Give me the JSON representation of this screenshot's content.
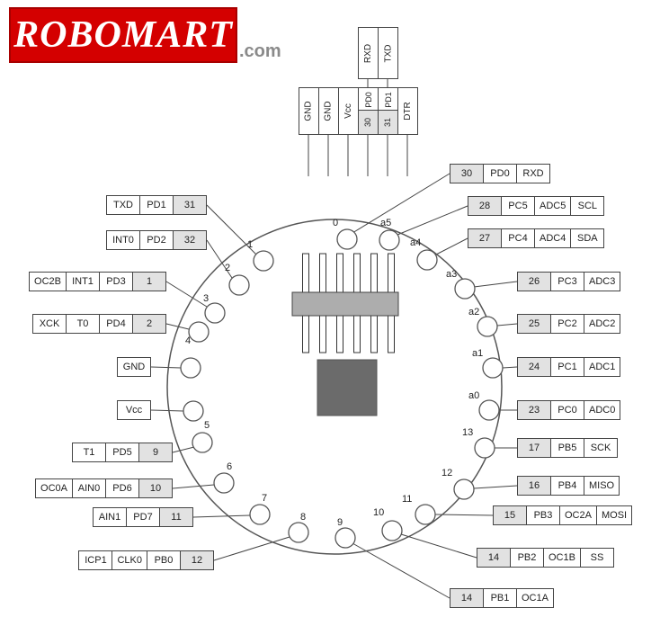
{
  "logo": {
    "brand": "ROBOMART",
    "suffix": ".com"
  },
  "top_header": {
    "serial": [
      "RXD",
      "TXD"
    ],
    "power": [
      "GND",
      "GND",
      "Vcc"
    ],
    "data_cols": [
      {
        "port": "PD0",
        "pin": "30"
      },
      {
        "port": "PD1",
        "pin": "31"
      }
    ],
    "dtr": "DTR"
  },
  "left_rows": [
    {
      "cells": [
        "TXD",
        "PD1",
        "31"
      ]
    },
    {
      "cells": [
        "INT0",
        "PD2",
        "32"
      ]
    },
    {
      "cells": [
        "OC2B",
        "INT1",
        "PD3",
        "1"
      ]
    },
    {
      "cells": [
        "XCK",
        "T0",
        "PD4",
        "2"
      ]
    },
    {
      "cells": [
        "GND"
      ]
    },
    {
      "cells": [
        "Vcc"
      ]
    },
    {
      "cells": [
        "T1",
        "PD5",
        "9"
      ]
    },
    {
      "cells": [
        "OC0A",
        "AIN0",
        "PD6",
        "10"
      ]
    },
    {
      "cells": [
        "AIN1",
        "PD7",
        "11"
      ]
    },
    {
      "cells": [
        "ICP1",
        "CLK0",
        "PB0",
        "12"
      ]
    }
  ],
  "right_rows": [
    {
      "cells": [
        "30",
        "PD0",
        "RXD"
      ]
    },
    {
      "cells": [
        "28",
        "PC5",
        "ADC5",
        "SCL"
      ]
    },
    {
      "cells": [
        "27",
        "PC4",
        "ADC4",
        "SDA"
      ]
    },
    {
      "cells": [
        "26",
        "PC3",
        "ADC3"
      ]
    },
    {
      "cells": [
        "25",
        "PC2",
        "ADC2"
      ]
    },
    {
      "cells": [
        "24",
        "PC1",
        "ADC1"
      ]
    },
    {
      "cells": [
        "23",
        "PC0",
        "ADC0"
      ]
    },
    {
      "cells": [
        "17",
        "PB5",
        "SCK"
      ]
    },
    {
      "cells": [
        "16",
        "PB4",
        "MISO"
      ]
    },
    {
      "cells": [
        "15",
        "PB3",
        "OC2A",
        "MOSI"
      ]
    },
    {
      "cells": [
        "14",
        "PB2",
        "OC1B",
        "SS"
      ]
    },
    {
      "cells": [
        "14",
        "PB1",
        "OC1A"
      ]
    }
  ],
  "pad_labels": {
    "p0": "0",
    "a5": "a5",
    "a4": "a4",
    "a3": "a3",
    "a2": "a2",
    "a1": "a1",
    "a0": "a0",
    "p13": "13",
    "p12": "12",
    "p11": "11",
    "p10": "10",
    "p9": "9",
    "p8": "8",
    "p7": "7",
    "p6": "6",
    "p5": "5",
    "p4": "4",
    "p3": "3",
    "p2": "2",
    "p1": "1"
  },
  "colors": {
    "brand_red": "#d40000",
    "box_gray": "#e2e2e2",
    "connector_gray": "#adadad",
    "chip_gray": "#6b6b6b",
    "line": "#444444"
  }
}
